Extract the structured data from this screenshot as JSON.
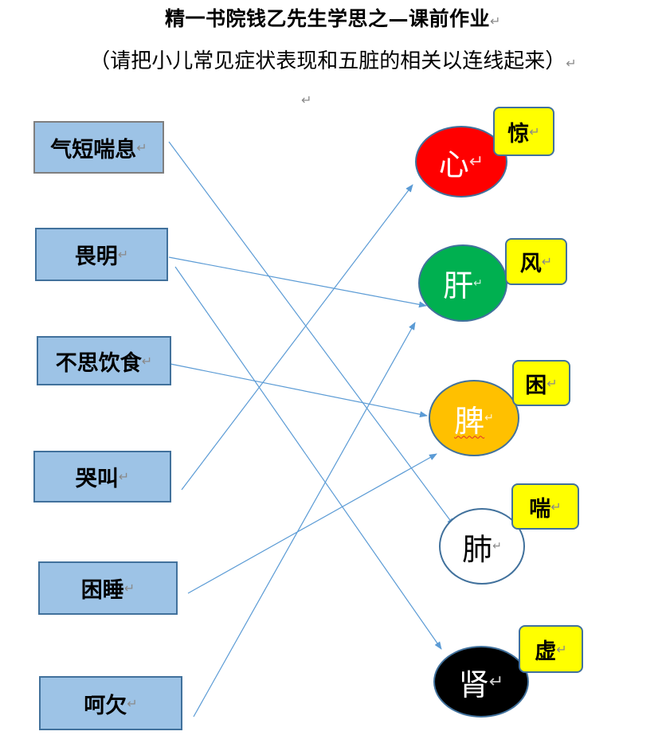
{
  "title": "精一书院钱乙先生学思之—课前作业",
  "subtitle": "（请把小儿常见症状表现和五脏的相关以连线起来）",
  "return_mark": "↵",
  "symptoms": [
    {
      "label": "气短喘息"
    },
    {
      "label": "畏明"
    },
    {
      "label": "不思饮食"
    },
    {
      "label": "哭叫"
    },
    {
      "label": "困睡"
    },
    {
      "label": "呵欠"
    }
  ],
  "organs": [
    {
      "label": "心",
      "tag": "惊",
      "fill": "#ff0000",
      "text_color": "#ffffff"
    },
    {
      "label": "肝",
      "tag": "风",
      "fill": "#00b050",
      "text_color": "#ffffff"
    },
    {
      "label": "脾",
      "tag": "困",
      "fill": "#ffc000",
      "text_color": "#ffffff"
    },
    {
      "label": "肺",
      "tag": "喘",
      "fill": "#ffffff",
      "text_color": "#000000"
    },
    {
      "label": "肾",
      "tag": "虚",
      "fill": "#000000",
      "text_color": "#ffffff"
    }
  ],
  "connections": [
    {
      "from": "气短喘息",
      "to": "肺"
    },
    {
      "from": "畏明",
      "to": "肝"
    },
    {
      "from": "畏明",
      "to": "肾"
    },
    {
      "from": "不思饮食",
      "to": "脾"
    },
    {
      "from": "哭叫",
      "to": "心"
    },
    {
      "from": "困睡",
      "to": "脾"
    },
    {
      "from": "呵欠",
      "to": "肝"
    }
  ],
  "colors": {
    "box_fill": "#9dc3e6",
    "border": "#41719c",
    "tag_fill": "#ffff00",
    "line": "#5b9bd5"
  }
}
